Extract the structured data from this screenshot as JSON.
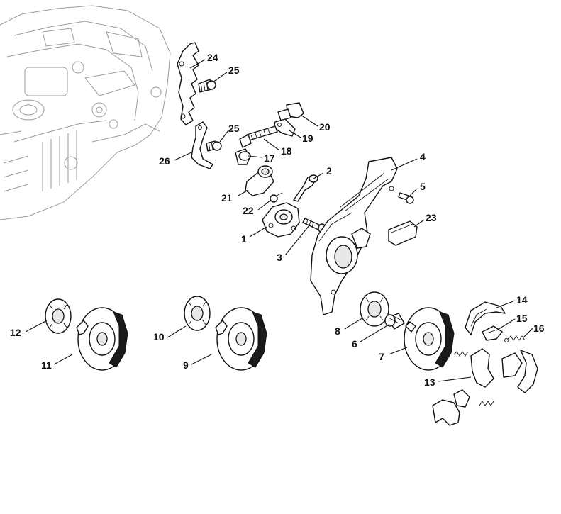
{
  "diagram": {
    "callouts": [
      {
        "id": "24",
        "label": "24"
      },
      {
        "id": "25a",
        "label": "25"
      },
      {
        "id": "25b",
        "label": "25"
      },
      {
        "id": "26",
        "label": "26"
      },
      {
        "id": "20",
        "label": "20"
      },
      {
        "id": "19",
        "label": "19"
      },
      {
        "id": "18",
        "label": "18"
      },
      {
        "id": "17",
        "label": "17"
      },
      {
        "id": "2",
        "label": "2"
      },
      {
        "id": "21",
        "label": "21"
      },
      {
        "id": "22",
        "label": "22"
      },
      {
        "id": "1",
        "label": "1"
      },
      {
        "id": "3",
        "label": "3"
      },
      {
        "id": "4",
        "label": "4"
      },
      {
        "id": "5",
        "label": "5"
      },
      {
        "id": "23",
        "label": "23"
      },
      {
        "id": "14",
        "label": "14"
      },
      {
        "id": "15",
        "label": "15"
      },
      {
        "id": "16",
        "label": "16"
      },
      {
        "id": "8",
        "label": "8"
      },
      {
        "id": "6",
        "label": "6"
      },
      {
        "id": "7",
        "label": "7"
      },
      {
        "id": "13",
        "label": "13"
      },
      {
        "id": "12",
        "label": "12"
      },
      {
        "id": "11",
        "label": "11"
      },
      {
        "id": "10",
        "label": "10"
      },
      {
        "id": "9",
        "label": "9"
      }
    ]
  }
}
